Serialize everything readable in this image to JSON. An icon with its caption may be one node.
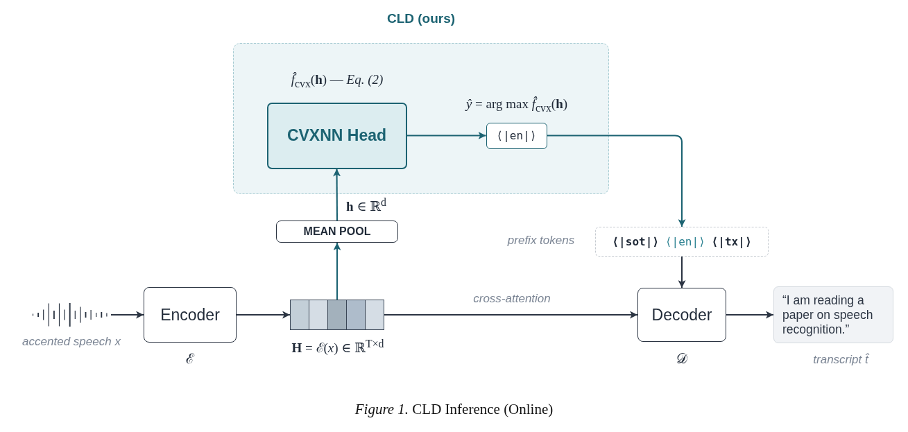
{
  "diagram": {
    "caption": "*Figure 1.* CLD Inference (Online)",
    "nodes": [
      {
        "text": [
          "CLD (ours)"
        ]
      },
      {
        "text": [
          "CVXNN Head"
        ],
        "in": 0,
        "beside": [
          "*f̂*$_{cvx}$(**h**) — *Eq. (2)*"
        ]
      },
      {
        "text": [
          "⟨|en|⟩"
        ],
        "in": 0,
        "beside": [
          "*ŷ* = arg max *f̂*$_{cvx}$(**h**)"
        ]
      },
      {
        "text": [
          "MEAN POOL"
        ]
      },
      {
        "text": [],
        "shape": "picture",
        "beside": [
          "accented speech x"
        ]
      },
      {
        "text": [
          "Encoder"
        ],
        "beside": [
          "ℰ"
        ]
      },
      {
        "text": [],
        "shape": "box",
        "beside": [
          "**H** = ℰ(*x*) ∈ ℝ$^{T×d}$"
        ]
      },
      {
        "text": [
          "⟨|sot|⟩",
          "⟨|en|⟩",
          "⟨|tx|⟩"
        ],
        "beside": [
          "prefix tokens"
        ]
      },
      {
        "text": [
          "Decoder"
        ],
        "beside": [
          "𝒟"
        ]
      },
      {
        "text": [
          "“I am reading a paper on speech recognition.”"
        ],
        "beside": [
          "transcript t̂"
        ]
      }
    ],
    "edges": [
      {
        "from": 4,
        "to": 5,
        "arrow": "to"
      },
      {
        "from": 5,
        "to": 6,
        "arrow": "to"
      },
      {
        "from": 6,
        "to": 3,
        "arrow": "to",
        "color": "#1c6372"
      },
      {
        "from": 3,
        "to": 1,
        "arrow": "to",
        "label": "**h** ∈ ℝ$^{d}$",
        "color": "#1c6372"
      },
      {
        "from": 1,
        "to": 2,
        "arrow": "to",
        "color": "#1c6372"
      },
      {
        "from": 2,
        "to": 7,
        "arrow": "to",
        "color": "#1c6372"
      },
      {
        "from": 6,
        "to": 8,
        "arrow": "to",
        "label": "cross-attention"
      },
      {
        "from": 7,
        "to": 8,
        "arrow": "to"
      },
      {
        "from": 8,
        "to": 9,
        "arrow": "to"
      }
    ]
  }
}
